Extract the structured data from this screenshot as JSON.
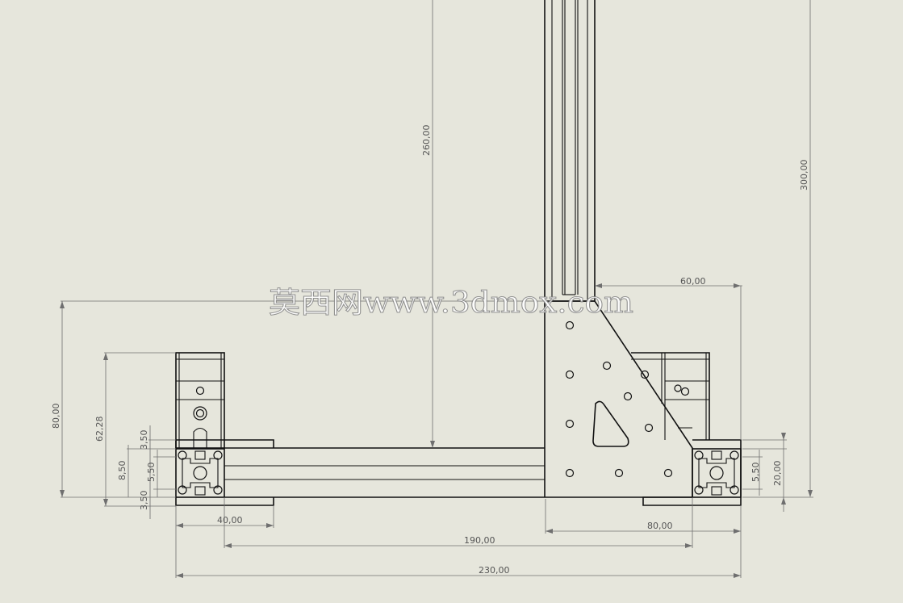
{
  "drawing": {
    "background_color": "#e6e6dc",
    "line_color": "#111111",
    "dimension_color": "#6f6f6f"
  },
  "dimensions": {
    "d_260": "260,00",
    "d_300": "300,00",
    "d_60": "60,00",
    "d_80_vertical": "80,00",
    "d_62_28": "62,28",
    "d_3_50_top": "3,50",
    "d_8_50": "8,50",
    "d_5_50_left": "5,50",
    "d_3_50_bottom": "3,50",
    "d_5_50_right": "5,50",
    "d_20": "20,00",
    "d_40": "40,00",
    "d_80_horizontal": "80,00",
    "d_190": "190,00",
    "d_230": "230,00"
  },
  "watermark": {
    "text": "莫西网www.3dmox.com"
  }
}
